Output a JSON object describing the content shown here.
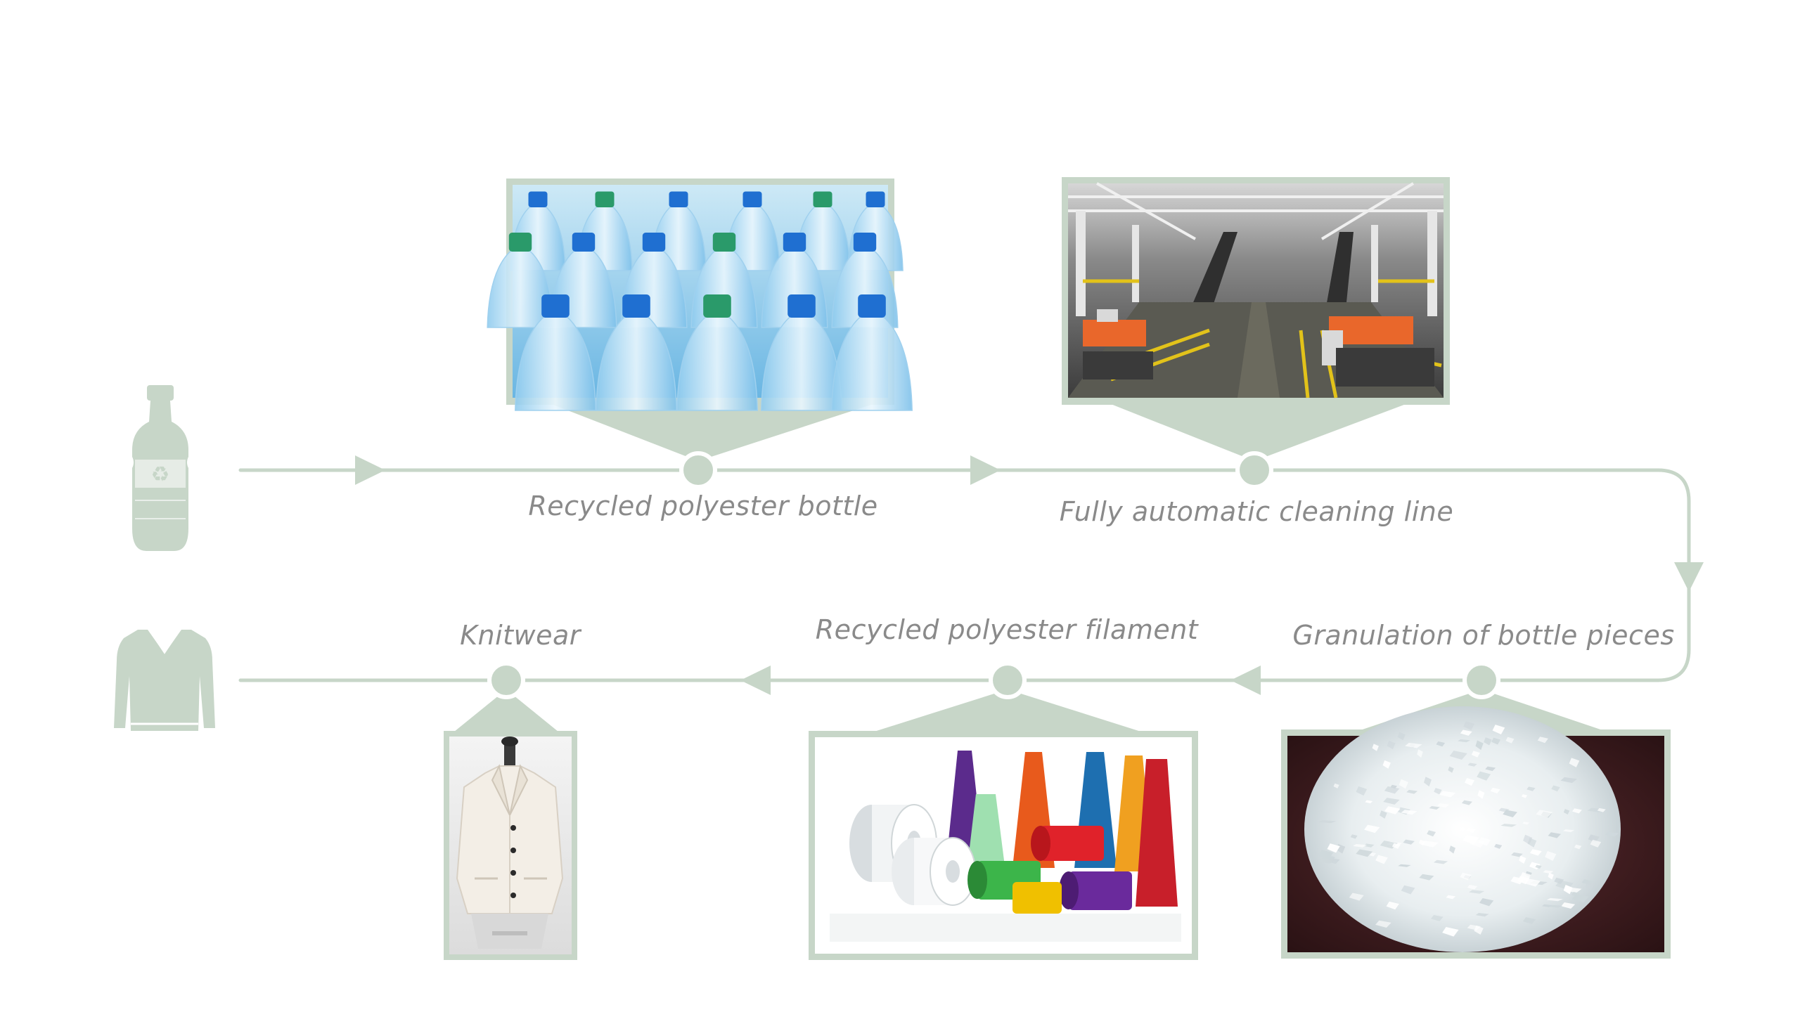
{
  "colors": {
    "accent": "#c7d6c8",
    "label": "#8a8a8a",
    "background": "#ffffff"
  },
  "icons": {
    "start": "recycled-bottle-icon",
    "end": "sweater-icon"
  },
  "steps": [
    {
      "id": "bottle",
      "label": "Recycled polyester bottle",
      "photo": "blue and green plastic bottles"
    },
    {
      "id": "cleaning",
      "label": "Fully automatic cleaning line",
      "photo": "factory cleaning line"
    },
    {
      "id": "granulation",
      "label": "Granulation of bottle pieces",
      "photo": "white plastic flakes"
    },
    {
      "id": "filament",
      "label": "Recycled polyester filament",
      "photo": "colored yarn spools"
    },
    {
      "id": "knitwear",
      "label": "Knitwear",
      "photo": "white jacket on mannequin"
    }
  ]
}
